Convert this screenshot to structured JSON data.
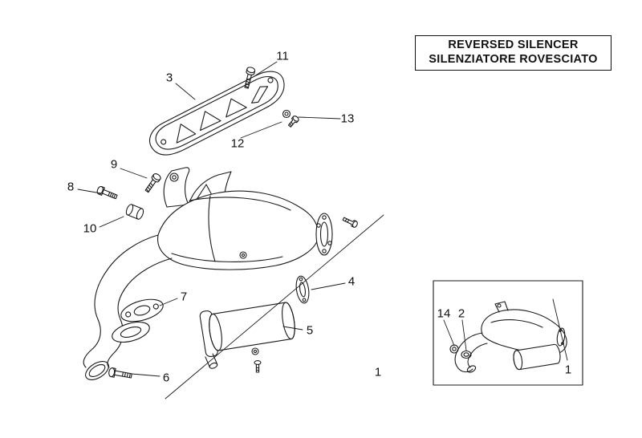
{
  "title_box": {
    "line1": "REVERSED SILENCER",
    "line2": "SILENZIATORE ROVESCIATO"
  },
  "callouts": [
    {
      "id": "3"
    },
    {
      "id": "11"
    },
    {
      "id": "13"
    },
    {
      "id": "12"
    },
    {
      "id": "9"
    },
    {
      "id": "8"
    },
    {
      "id": "10"
    },
    {
      "id": "7"
    },
    {
      "id": "6"
    },
    {
      "id": "5"
    },
    {
      "id": "4"
    },
    {
      "id": "1"
    }
  ],
  "inset_callouts": [
    {
      "id": "14"
    },
    {
      "id": "2"
    },
    {
      "id": "1"
    }
  ],
  "colors": {
    "line": "#1a1a1a",
    "background": "#ffffff",
    "box_border": "#111111"
  }
}
